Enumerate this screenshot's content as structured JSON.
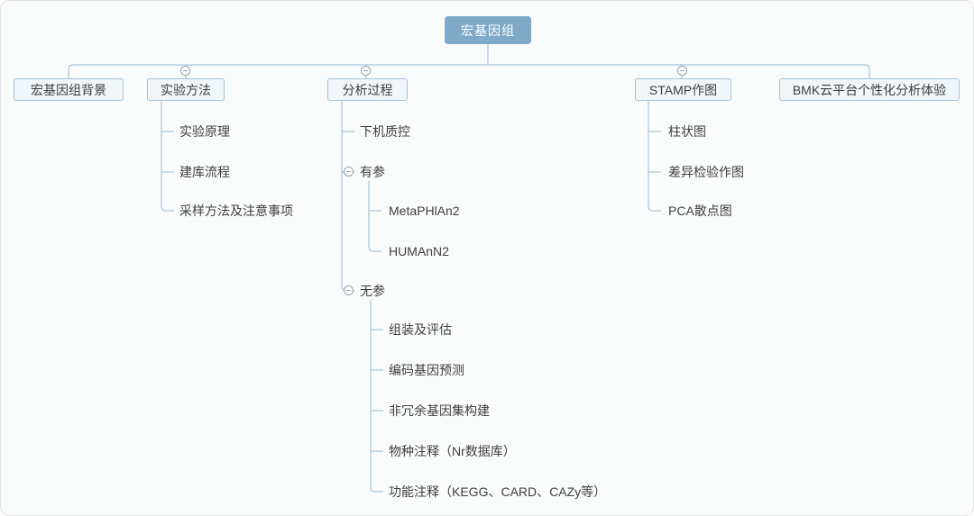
{
  "colors": {
    "root_fill": "#7ea9c8",
    "root_text": "#ffffff",
    "topic_box_fill": "#f1f6fa",
    "topic_box_border": "#a6c3d9",
    "connector_line": "#a9c5d9",
    "text": "#3f3f3f",
    "canvas_background": "#fafbfb"
  },
  "mindmap": {
    "root": {
      "label": "宏基因组"
    },
    "branches": [
      {
        "label": "宏基因组背景",
        "children": []
      },
      {
        "label": "实验方法",
        "collapsed": false,
        "children": [
          {
            "label": "实验原理"
          },
          {
            "label": "建库流程"
          },
          {
            "label": "采样方法及注意事项"
          }
        ]
      },
      {
        "label": "分析过程",
        "collapsed": false,
        "children": [
          {
            "label": "下机质控"
          },
          {
            "label": "有参",
            "collapsed": false,
            "children": [
              {
                "label": "MetaPHlAn2"
              },
              {
                "label": "HUMAnN2"
              }
            ]
          },
          {
            "label": "无参",
            "collapsed": false,
            "children": [
              {
                "label": "组装及评估"
              },
              {
                "label": "编码基因预测"
              },
              {
                "label": "非冗余基因集构建"
              },
              {
                "label": "物种注释（Nr数据库）"
              },
              {
                "label": "功能注释（KEGG、CARD、CAZy等）"
              }
            ]
          }
        ]
      },
      {
        "label": "STAMP作图",
        "collapsed": false,
        "children": [
          {
            "label": "柱状图"
          },
          {
            "label": "差异检验作图"
          },
          {
            "label": "PCA散点图"
          }
        ]
      },
      {
        "label": "BMK云平台个性化分析体验",
        "children": []
      }
    ]
  }
}
